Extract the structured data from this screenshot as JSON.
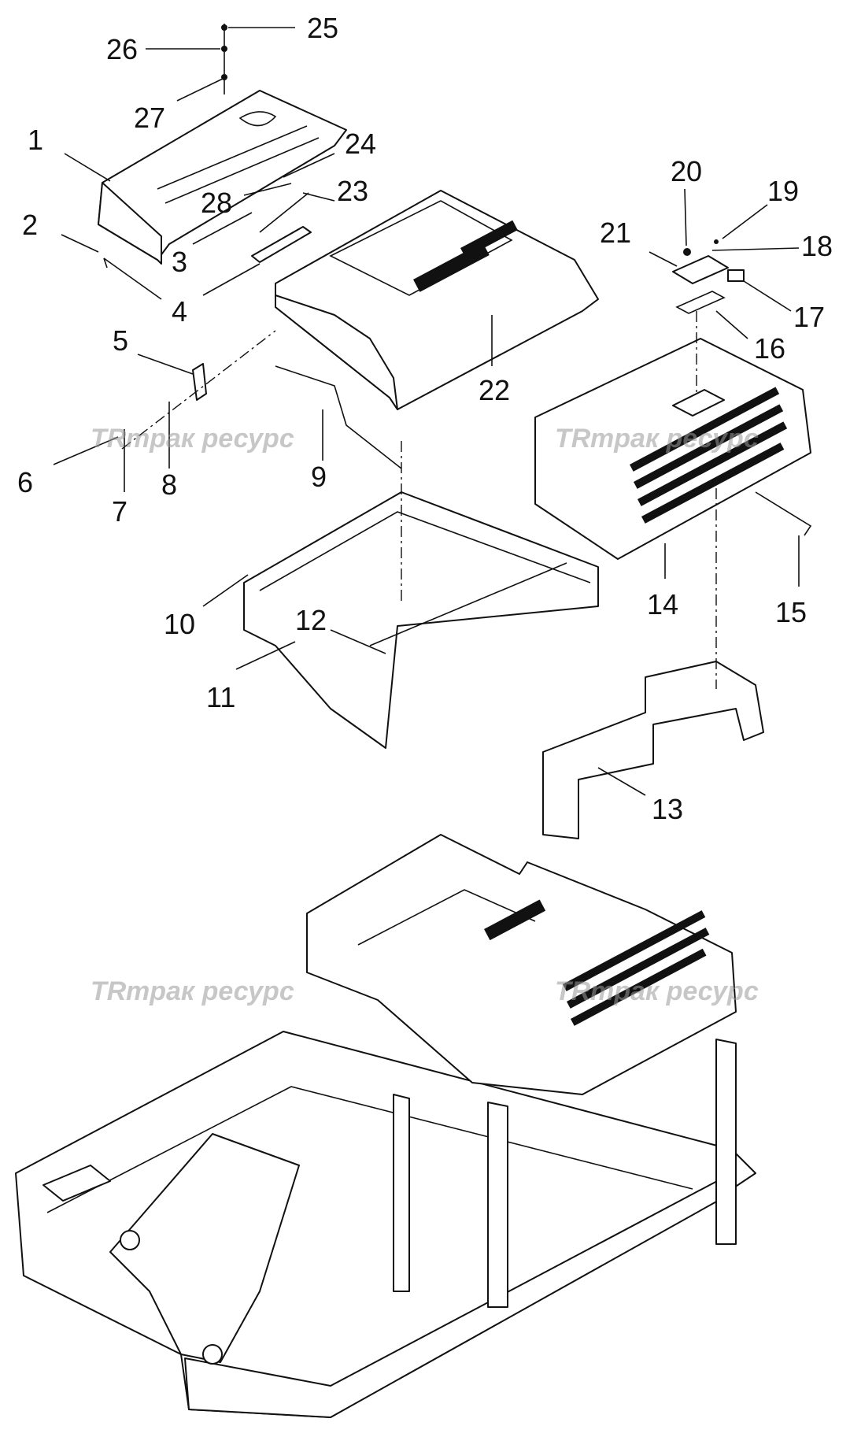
{
  "watermark": {
    "text": "трак ресурс",
    "logo": "TR"
  },
  "callouts": [
    "1",
    "2",
    "3",
    "4",
    "5",
    "6",
    "7",
    "8",
    "9",
    "10",
    "11",
    "12",
    "13",
    "14",
    "15",
    "16",
    "17",
    "18",
    "19",
    "20",
    "21",
    "22",
    "23",
    "24",
    "25",
    "26",
    "27",
    "28"
  ]
}
